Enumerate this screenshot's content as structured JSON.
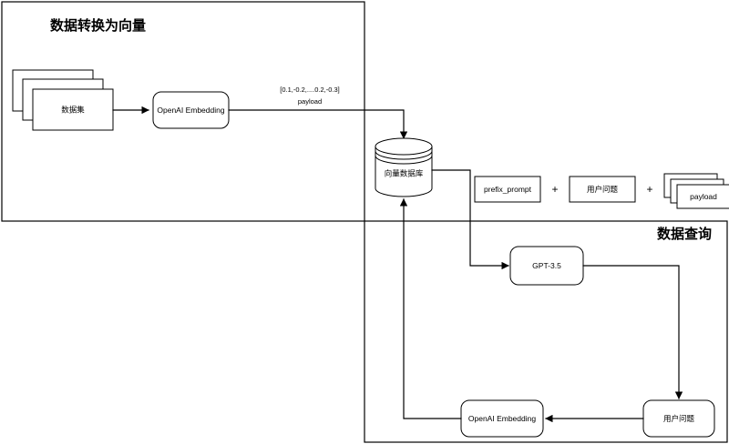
{
  "diagram": {
    "title_left": "数据转换为向量",
    "title_right": "数据查询",
    "panels": [
      {
        "name": "ingest-panel",
        "label": "数据转换为向量"
      },
      {
        "name": "query-panel",
        "label": "数据查询"
      }
    ],
    "nodes": {
      "dataset": "数据集",
      "embedding_top": "OpenAI Embedding",
      "vector_db": "向量数据库",
      "prefix_prompt": "prefix_prompt",
      "user_question_prompt": "用户问题",
      "payload_stack": "payload",
      "gpt": "GPT-3.5",
      "embedding_bottom": "OpenAI Embedding",
      "user_question_bottom": "用户问题"
    },
    "edge_labels": {
      "payload_vector": "[0.1,-0.2,....0.2,-0.3]",
      "payload_word": "payload"
    },
    "operators": {
      "plus_one": "+",
      "plus_two": "+"
    },
    "colors": {
      "stroke": "#000000",
      "fill": "#ffffff",
      "background": "#ffffff"
    }
  }
}
